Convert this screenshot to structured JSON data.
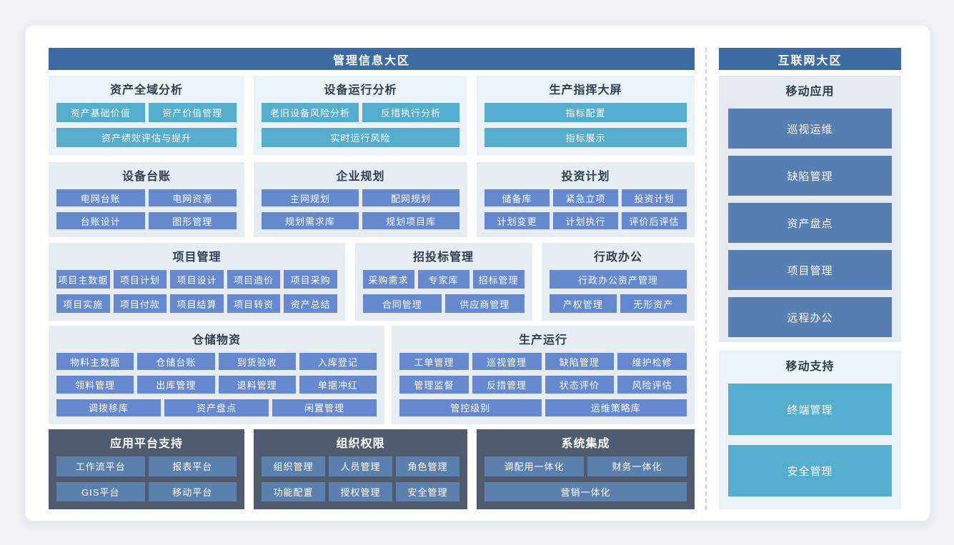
{
  "colors": {
    "zone_header_bg": "#3c6ba4",
    "teal_button": "#54adcc",
    "blue_button": "#6588cf",
    "steel_button": "#587fb4",
    "dark_panel_bg": "#505c6d",
    "dark_panel_button": "#5b80ae",
    "light_panel_bg": "#e8eef4"
  },
  "zones": {
    "left": {
      "title": "管理信息大区",
      "rows": [
        {
          "panels": [
            {
              "title": "资产全域分析",
              "style": "teal",
              "button_rows": [
                [
                  "资产基础价值",
                  "资产价值管理"
                ],
                [
                  "资产绩效评估与提升"
                ]
              ]
            },
            {
              "title": "设备运行分析",
              "style": "teal",
              "button_rows": [
                [
                  "老旧设备风险分析",
                  "反措执行分析"
                ],
                [
                  "实时运行风险"
                ]
              ]
            },
            {
              "title": "生产指挥大屏",
              "style": "teal",
              "button_rows": [
                [
                  "指标配置"
                ],
                [
                  "指标展示"
                ]
              ]
            }
          ]
        },
        {
          "panels": [
            {
              "title": "设备台账",
              "style": "blue",
              "button_rows": [
                [
                  "电网台账",
                  "电网资源"
                ],
                [
                  "台账设计",
                  "图形管理"
                ]
              ]
            },
            {
              "title": "企业规划",
              "style": "blue",
              "button_rows": [
                [
                  "主网规划",
                  "配网规划"
                ],
                [
                  "规划需求库",
                  "规划项目库"
                ]
              ]
            },
            {
              "title": "投资计划",
              "style": "blue",
              "button_rows": [
                [
                  "储备库",
                  "紧急立项",
                  "投资计划"
                ],
                [
                  "计划变更",
                  "计划执行",
                  "评价后评估"
                ]
              ]
            }
          ]
        },
        {
          "panels": [
            {
              "title": "项目管理",
              "style": "blue",
              "button_rows": [
                [
                  "项目主数据",
                  "项目计划",
                  "项目设计",
                  "项目造价",
                  "项目采购"
                ],
                [
                  "项目实施",
                  "项目付款",
                  "项目结算",
                  "项目转资",
                  "资产总结"
                ]
              ]
            },
            {
              "title": "招投标管理",
              "style": "blue",
              "button_rows": [
                [
                  "采购需求",
                  "专家库",
                  "招标管理"
                ],
                [
                  "合同管理",
                  "供应商管理"
                ]
              ]
            },
            {
              "title": "行政办公",
              "style": "blue",
              "button_rows": [
                [
                  "行政办公资产管理"
                ],
                [
                  "产权管理",
                  "无形资产"
                ]
              ]
            }
          ]
        },
        {
          "panels": [
            {
              "title": "仓储物资",
              "style": "blue",
              "button_rows": [
                [
                  "物料主数据",
                  "仓储台账",
                  "到货验收",
                  "入库登记"
                ],
                [
                  "领料管理",
                  "出库管理",
                  "退料管理",
                  "单据冲红"
                ],
                [
                  "调拨移库",
                  "资产盘点",
                  "闲置管理"
                ]
              ]
            },
            {
              "title": "生产运行",
              "style": "blue",
              "button_rows": [
                [
                  "工单管理",
                  "巡视管理",
                  "缺陷管理",
                  "维护检修"
                ],
                [
                  "管理监督",
                  "反措管理",
                  "状态评价",
                  "风险评估"
                ],
                [
                  "管控级别",
                  "运维策略库"
                ]
              ]
            }
          ]
        },
        {
          "panels": [
            {
              "title": "应用平台支持",
              "style": "dark",
              "button_rows": [
                [
                  "工作流平台",
                  "报表平台"
                ],
                [
                  "GIS平台",
                  "移动平台"
                ]
              ]
            },
            {
              "title": "组织权限",
              "style": "dark",
              "button_rows": [
                [
                  "组织管理",
                  "人员管理",
                  "角色管理"
                ],
                [
                  "功能配置",
                  "授权管理",
                  "安全管理"
                ]
              ]
            },
            {
              "title": "系统集成",
              "style": "dark",
              "button_rows": [
                [
                  "调配用一体化",
                  "财务一体化"
                ],
                [
                  "营销一体化"
                ]
              ]
            }
          ]
        }
      ]
    },
    "right": {
      "title": "互联网大区",
      "panels": [
        {
          "title": "移动应用",
          "style": "steel",
          "buttons": [
            "巡视运维",
            "缺陷管理",
            "资产盘点",
            "项目管理",
            "远程办公"
          ]
        },
        {
          "title": "移动支持",
          "style": "teal-tall",
          "buttons": [
            "终端管理",
            "安全管理"
          ]
        }
      ]
    }
  }
}
